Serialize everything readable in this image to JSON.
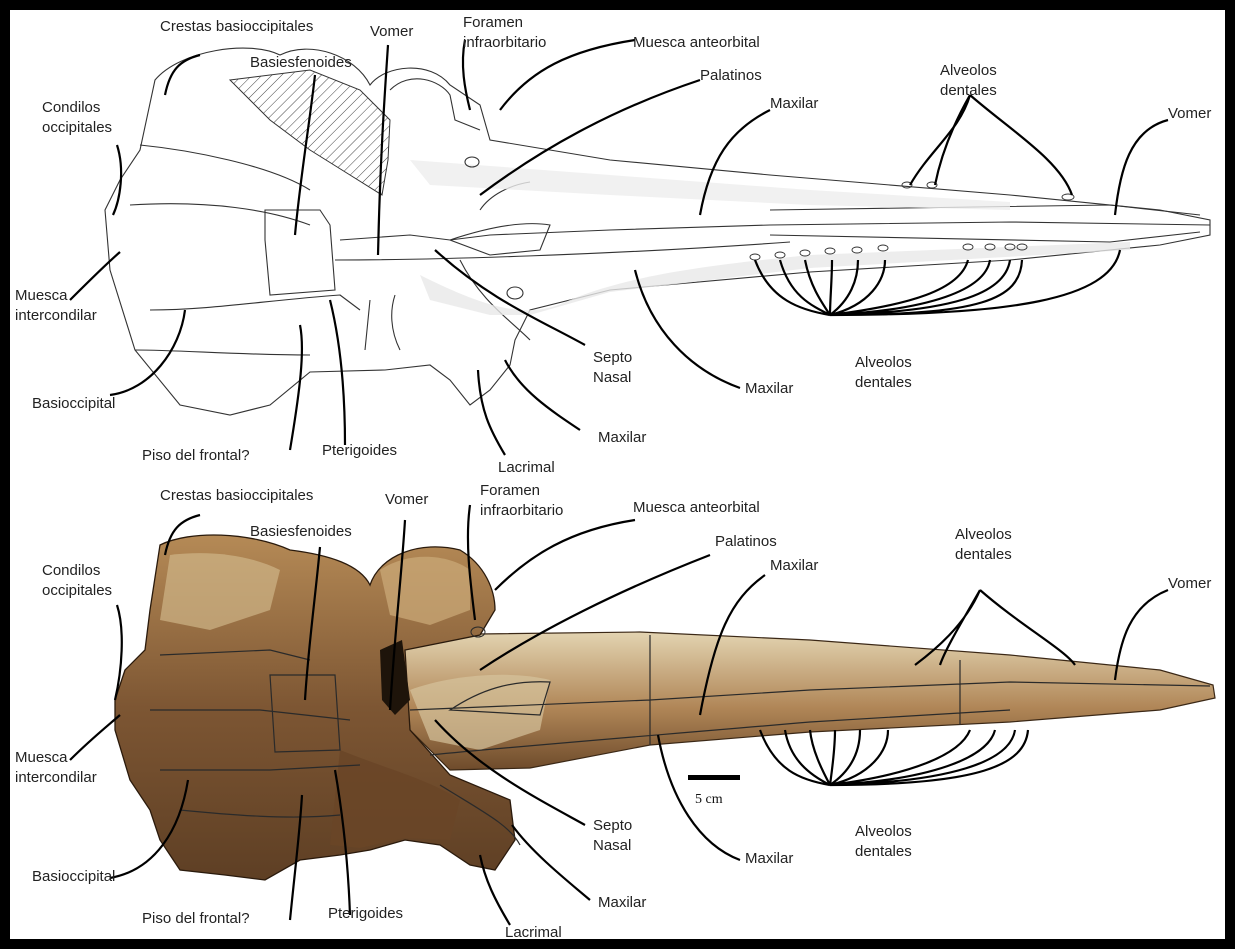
{
  "top_labels": {
    "crestas_basioccipitales": "Crestas basioccipitales",
    "vomer_left": "Vomer",
    "foramen_1": "Foramen",
    "foramen_2": "infraorbitario",
    "muesca_anteorbital": "Muesca anteorbital",
    "basiesfenoides": "Basiesfenoides",
    "palatinos": "Palatinos",
    "alveolos_top_1": "Alveolos",
    "alveolos_top_2": "dentales",
    "condilos_1": "Condilos",
    "condilos_2": "occipitales",
    "maxilar_top": "Maxilar",
    "vomer_right": "Vomer",
    "muesca_inter_1": "Muesca",
    "muesca_inter_2": "intercondilar",
    "septo_1": "Septo",
    "septo_2": "Nasal",
    "maxilar_mid": "Maxilar",
    "alveolos_bot_1": "Alveolos",
    "alveolos_bot_2": "dentales",
    "basioccipital": "Basioccipital",
    "maxilar_low": "Maxilar",
    "piso_frontal": "Piso del frontal?",
    "pterigoides": "Pterigoides",
    "lacrimal": "Lacrimal"
  },
  "bottom_labels": {
    "crestas_basioccipitales": "Crestas basioccipitales",
    "vomer_left": "Vomer",
    "foramen_1": "Foramen",
    "foramen_2": "infraorbitario",
    "muesca_anteorbital": "Muesca anteorbital",
    "basiesfenoides": "Basiesfenoides",
    "palatinos": "Palatinos",
    "alveolos_top_1": "Alveolos",
    "alveolos_top_2": "dentales",
    "condilos_1": "Condilos",
    "condilos_2": "occipitales",
    "maxilar_top": "Maxilar",
    "vomer_right": "Vomer",
    "muesca_inter_1": "Muesca",
    "muesca_inter_2": "intercondilar",
    "septo_1": "Septo",
    "septo_2": "Nasal",
    "maxilar_mid": "Maxilar",
    "alveolos_bot_1": "Alveolos",
    "alveolos_bot_2": "dentales",
    "basioccipital": "Basioccipital",
    "maxilar_low": "Maxilar",
    "piso_frontal": "Piso del frontal?",
    "pterigoides": "Pterigoides",
    "lacrimal": "Lacrimal"
  },
  "scale_bar": {
    "label": "5 cm"
  },
  "colors": {
    "bone_dark": "#6b4a2c",
    "bone_mid": "#9c7548",
    "bone_light": "#d9c9a6",
    "frame": "#000000"
  }
}
